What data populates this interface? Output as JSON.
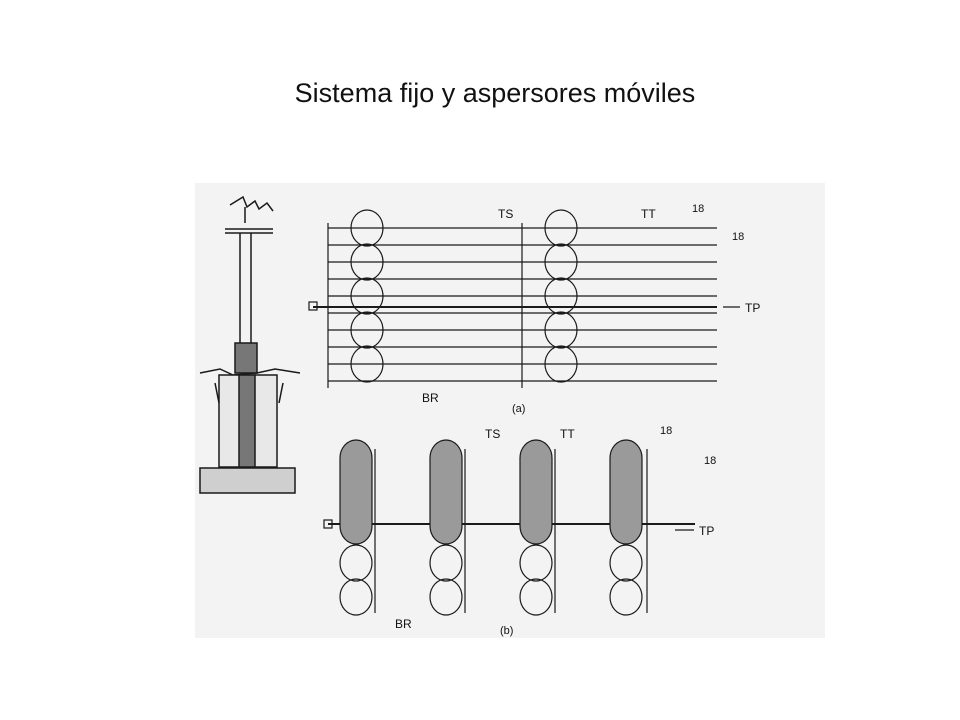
{
  "slide": {
    "title": "Sistema fijo y aspersores móviles"
  },
  "diagram_a": {
    "caption": "(a)",
    "labels": {
      "ts": "TS",
      "tt": "TT",
      "tp": "TP",
      "br": "BR",
      "spacing_h": "18",
      "spacing_v": "18"
    }
  },
  "diagram_b": {
    "caption": "(b)",
    "labels": {
      "ts": "TS",
      "tt": "TT",
      "tp": "TP",
      "br": "BR",
      "spacing_h": "18",
      "spacing_v": "18"
    }
  },
  "colors": {
    "line": "#1a1a1a",
    "shaded": "#9a9a9a",
    "background": "#f3f3f3"
  }
}
